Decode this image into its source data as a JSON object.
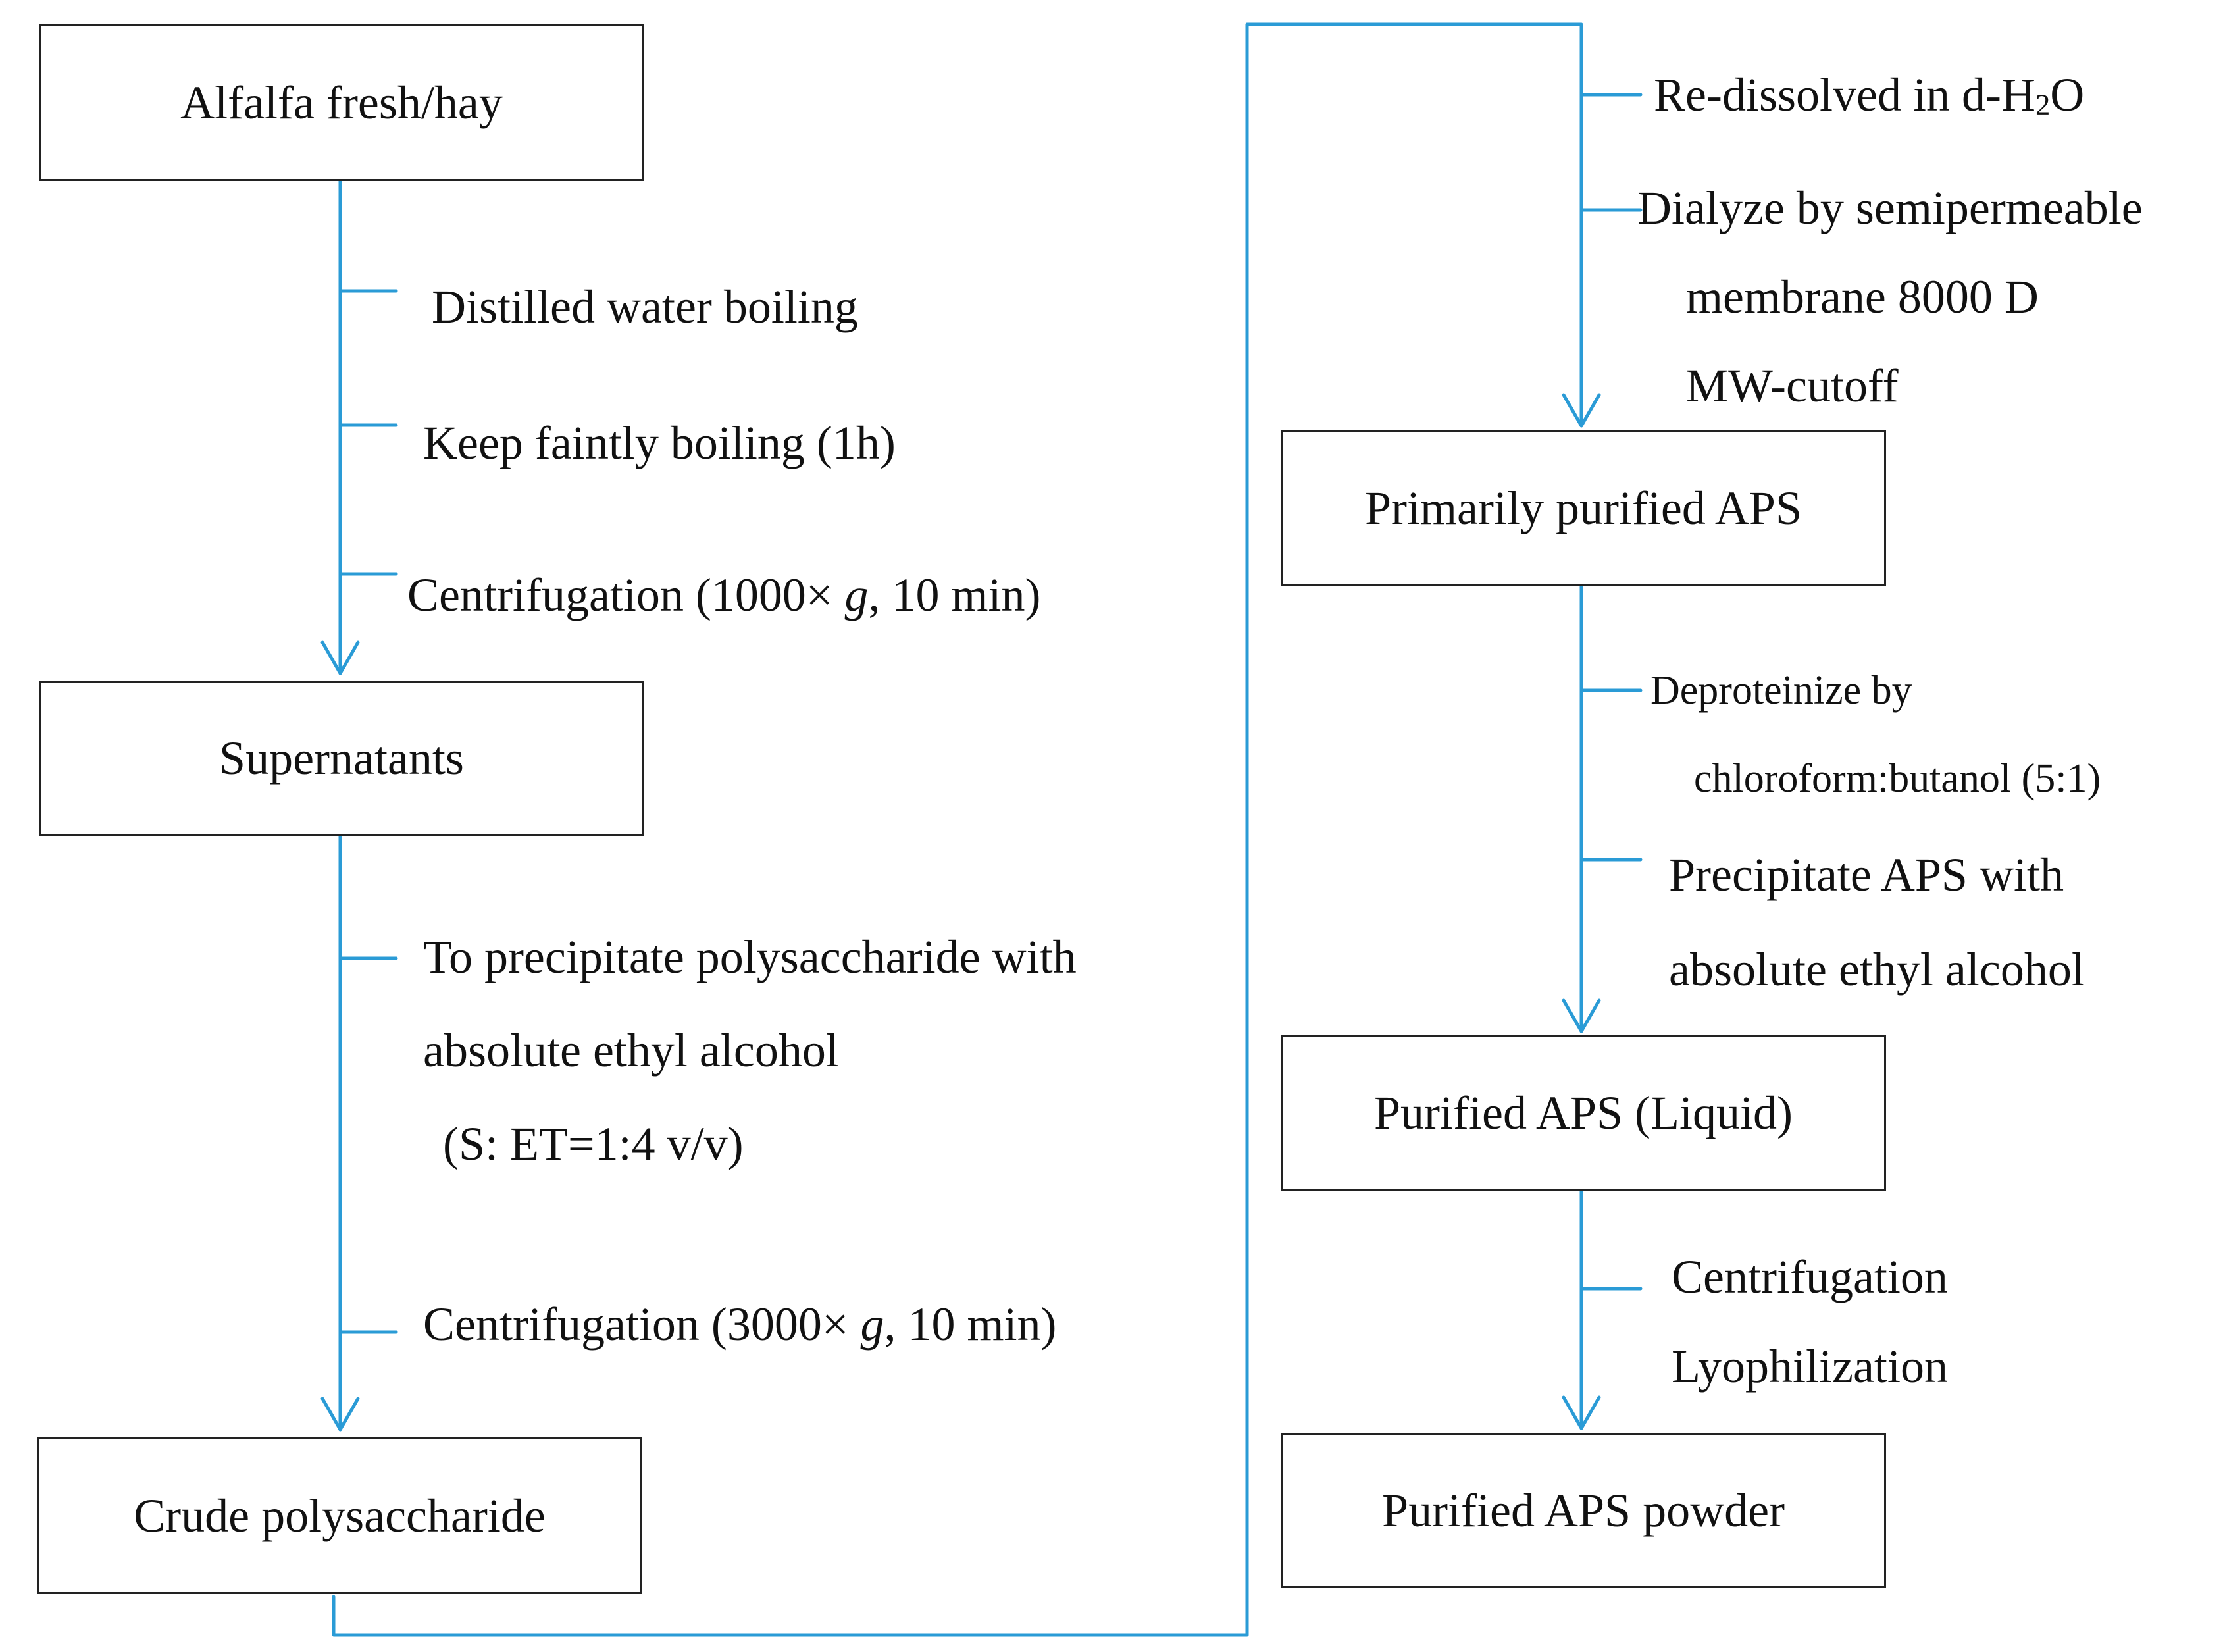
{
  "nodes": {
    "alfalfa": "Alfalfa fresh/hay",
    "supernatants": "Supernatants",
    "crude": "Crude polysaccharide",
    "primarily_purified": "Primarily purified APS",
    "purified_liquid": "Purified APS (Liquid)",
    "purified_powder": "Purified APS powder"
  },
  "steps": {
    "distilled_water": "Distilled water boiling",
    "keep_boiling": "Keep faintly boiling (1h)",
    "centrifugation1_prefix": "Centrifugation (1000× ",
    "centrifugation1_g": "g",
    "centrifugation1_suffix": ", 10 min)",
    "precipitate_line1": "To precipitate polysaccharide with",
    "precipitate_line2": "absolute ethyl alcohol",
    "precipitate_line3": "(S: ET=1:4 v/v)",
    "centrifugation2_prefix": "Centrifugation (3000× ",
    "centrifugation2_g": "g",
    "centrifugation2_suffix": ", 10 min)",
    "redissolve_prefix": "Re-dissolved in d-H",
    "redissolve_sub": "2",
    "redissolve_suffix": "O",
    "dialyze_line1": "Dialyze by semipermeable",
    "dialyze_line2": "membrane 8000 D",
    "dialyze_line3": "MW-cutoff",
    "deproteinize_line1": "Deproteinize by",
    "deproteinize_line2": "chloroform:butanol (5:1)",
    "precipitate_aps_line1": "Precipitate APS with",
    "precipitate_aps_line2": "absolute ethyl alcohol",
    "final_line1": "Centrifugation",
    "final_line2": "Lyophilization"
  },
  "colors": {
    "connector": "#2a9bd6",
    "box_border": "#222222"
  }
}
